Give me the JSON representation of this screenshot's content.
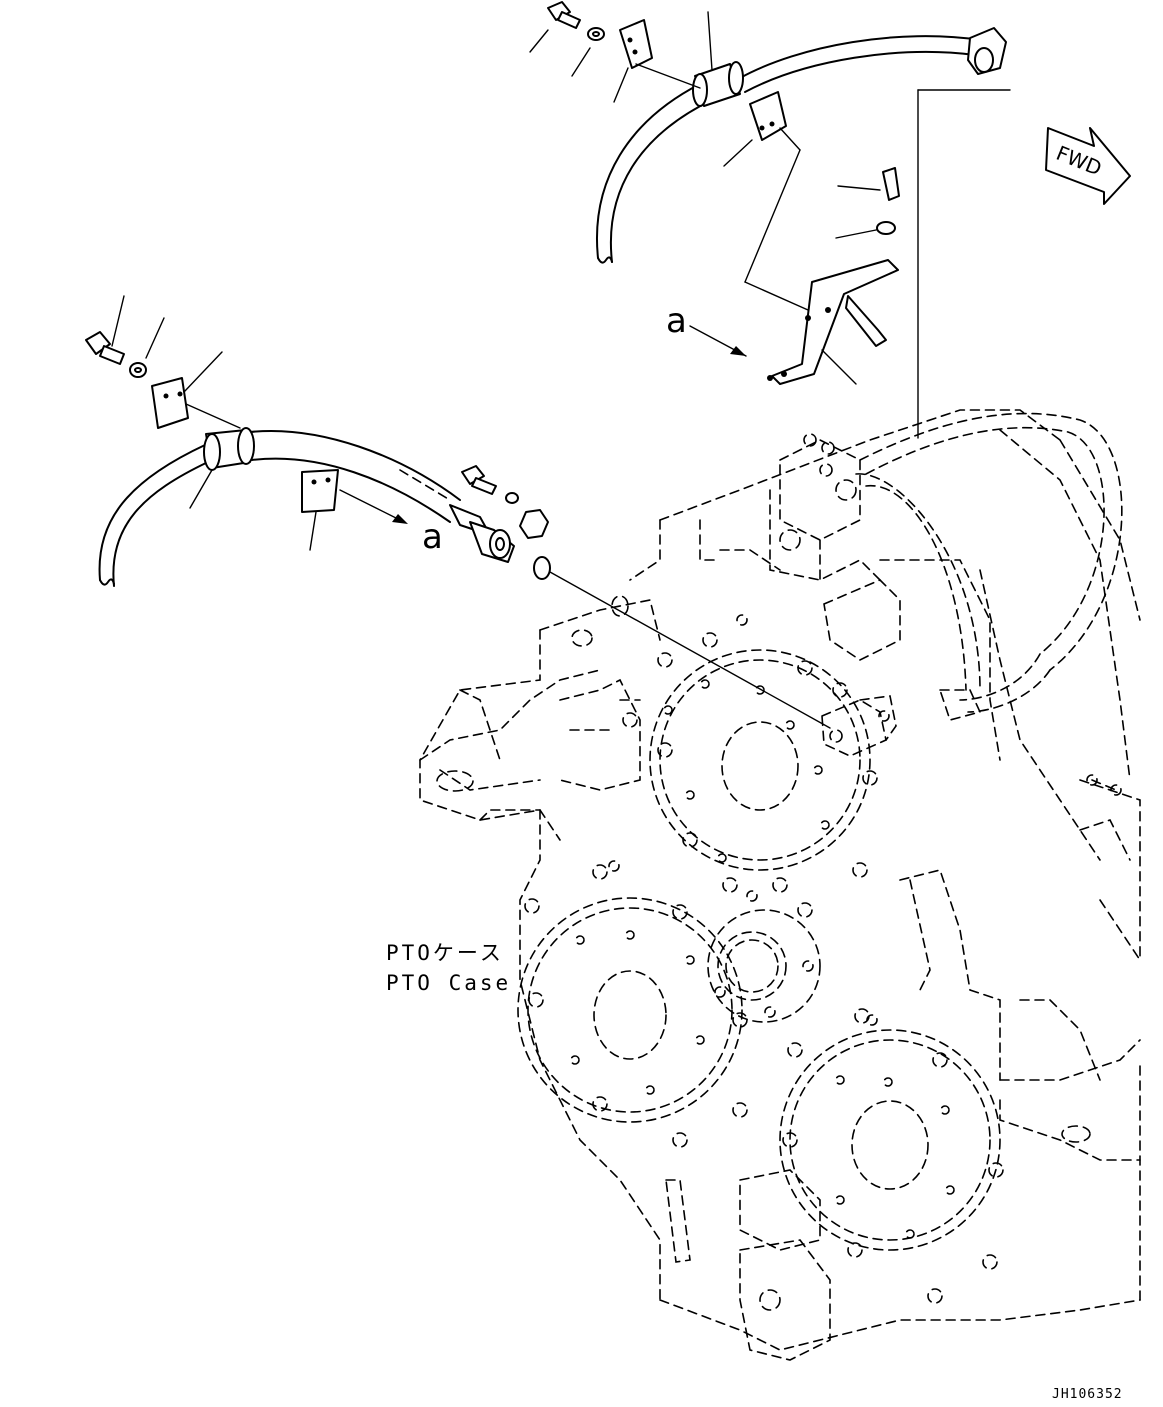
{
  "labels": {
    "case_jp": "PTOケース",
    "case_en": "PTO Case",
    "ref_a_upper": "a",
    "ref_a_lower": "a",
    "fwd": "FWD",
    "drawing_code": "JH106352"
  }
}
